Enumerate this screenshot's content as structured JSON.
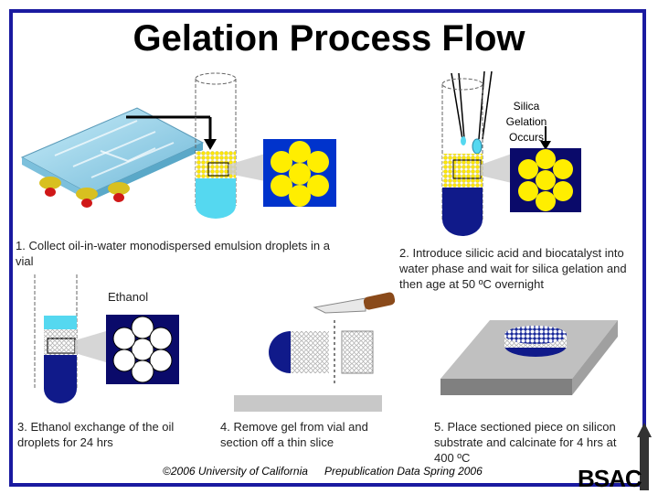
{
  "title": "Gelation Process Flow",
  "steps": [
    {
      "text": "1. Collect oil-in-water monodispersed emulsion droplets in a vial"
    },
    {
      "text": "2. Introduce silicic acid and biocatalyst into water phase and wait for silica gelation and then age at 50 ºC overnight"
    },
    {
      "text": "3. Ethanol exchange of the oil droplets for 24 hrs"
    },
    {
      "text": "4. Remove gel from vial and section off a thin slice"
    },
    {
      "text": "5. Place sectioned piece on silicon substrate and calcinate for 4 hrs at 400 ºC"
    }
  ],
  "labels": {
    "silica_gelation": "Silica Gelation Occurs",
    "ethanol": "Ethanol"
  },
  "footer": {
    "copyright": "©2006 University of California",
    "note": "Prepublication Data Spring 2006"
  },
  "logo": "BSAC",
  "colors": {
    "border": "#1a1aa0",
    "droplet_yellow": "#ffee00",
    "panel_blue": "#0033cc",
    "water_cyan": "#55d8f0",
    "silica_navy": "#101a8a"
  }
}
